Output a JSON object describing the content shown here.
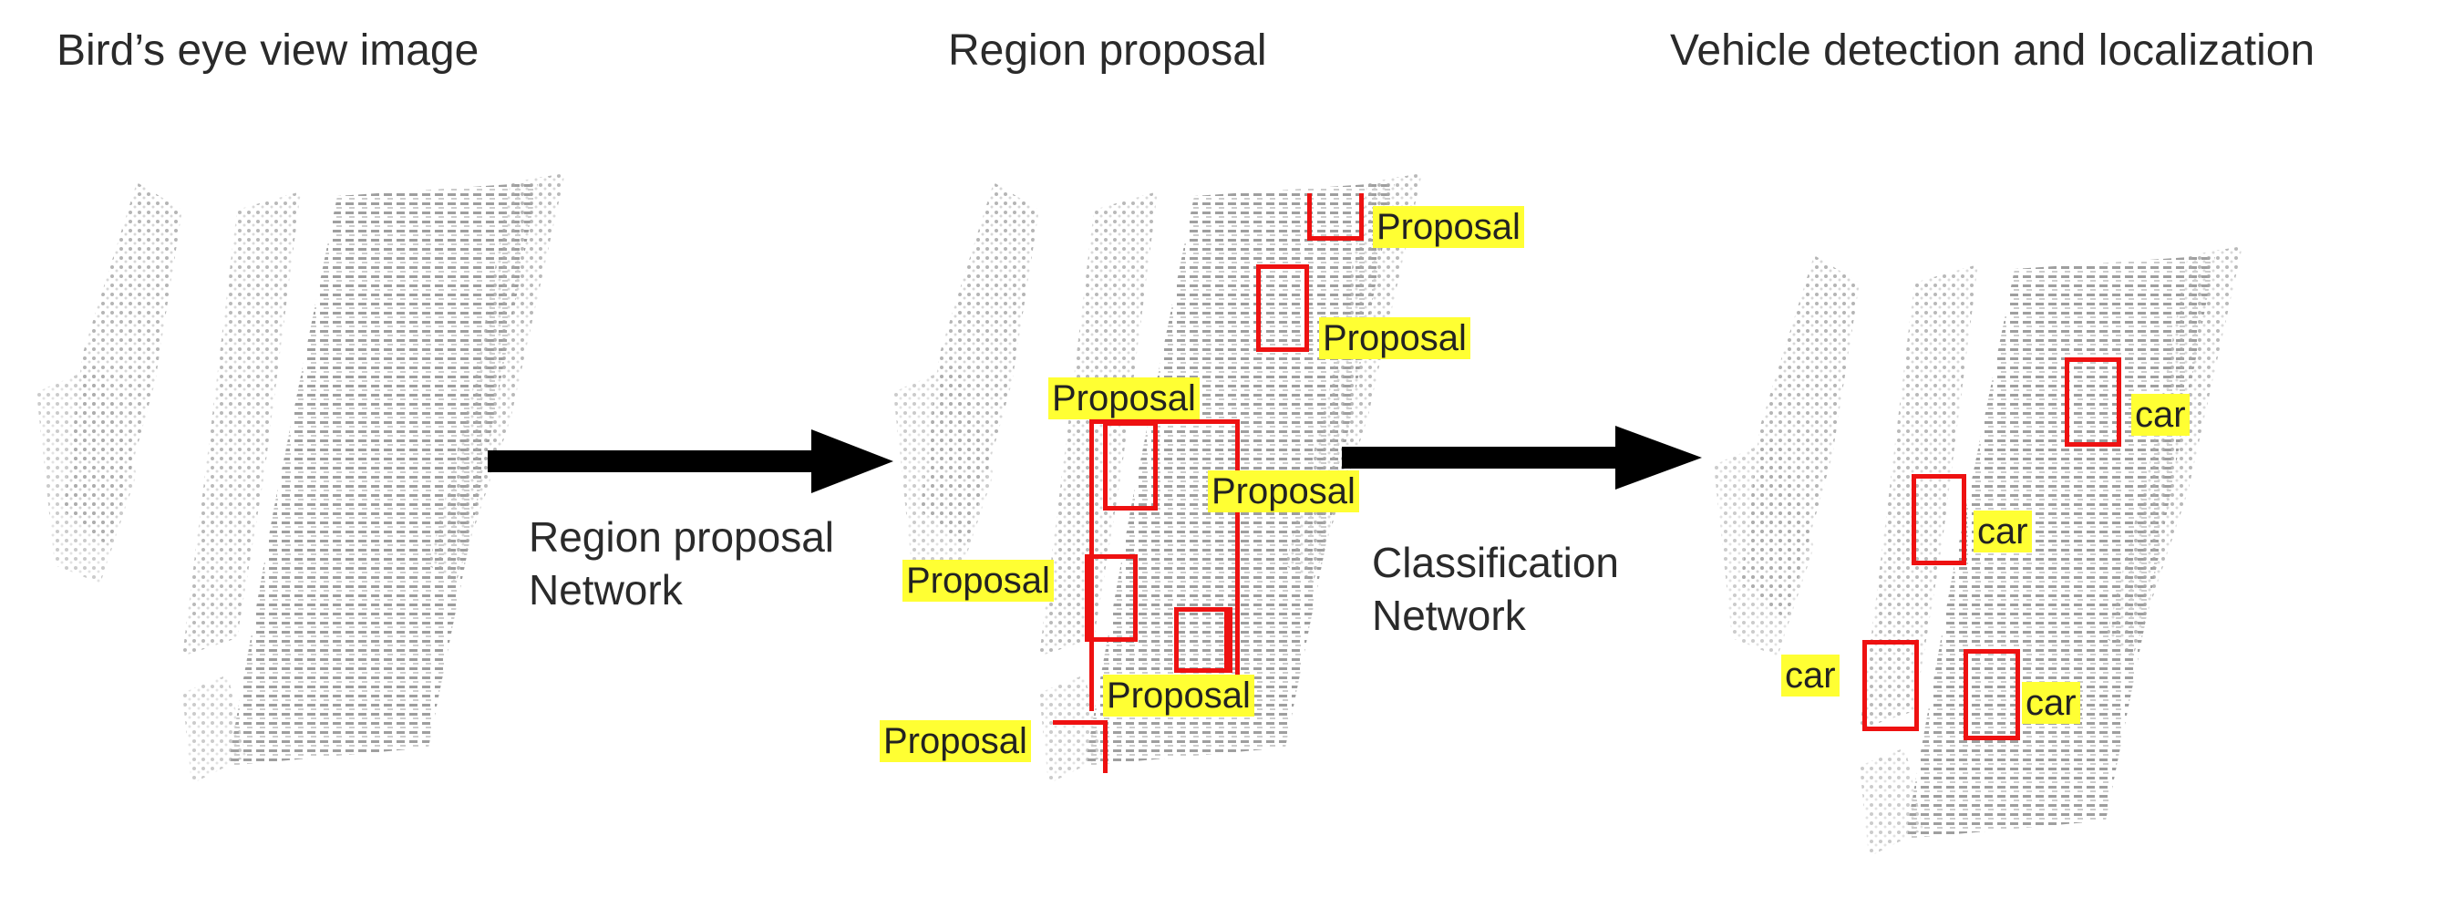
{
  "titles": {
    "bev": "Bird’s eye view image",
    "proposal": "Region proposal",
    "detection": "Vehicle detection and localization"
  },
  "steps": {
    "rpn": [
      "Region proposal",
      "Network"
    ],
    "cls": [
      "Classification",
      "Network"
    ]
  },
  "labels": {
    "proposal": "Proposal",
    "car": "car"
  },
  "colors": {
    "box": "#ee1111",
    "label_bg": "#ffff33",
    "arrow": "#000000",
    "points": "#8c8c8c"
  }
}
